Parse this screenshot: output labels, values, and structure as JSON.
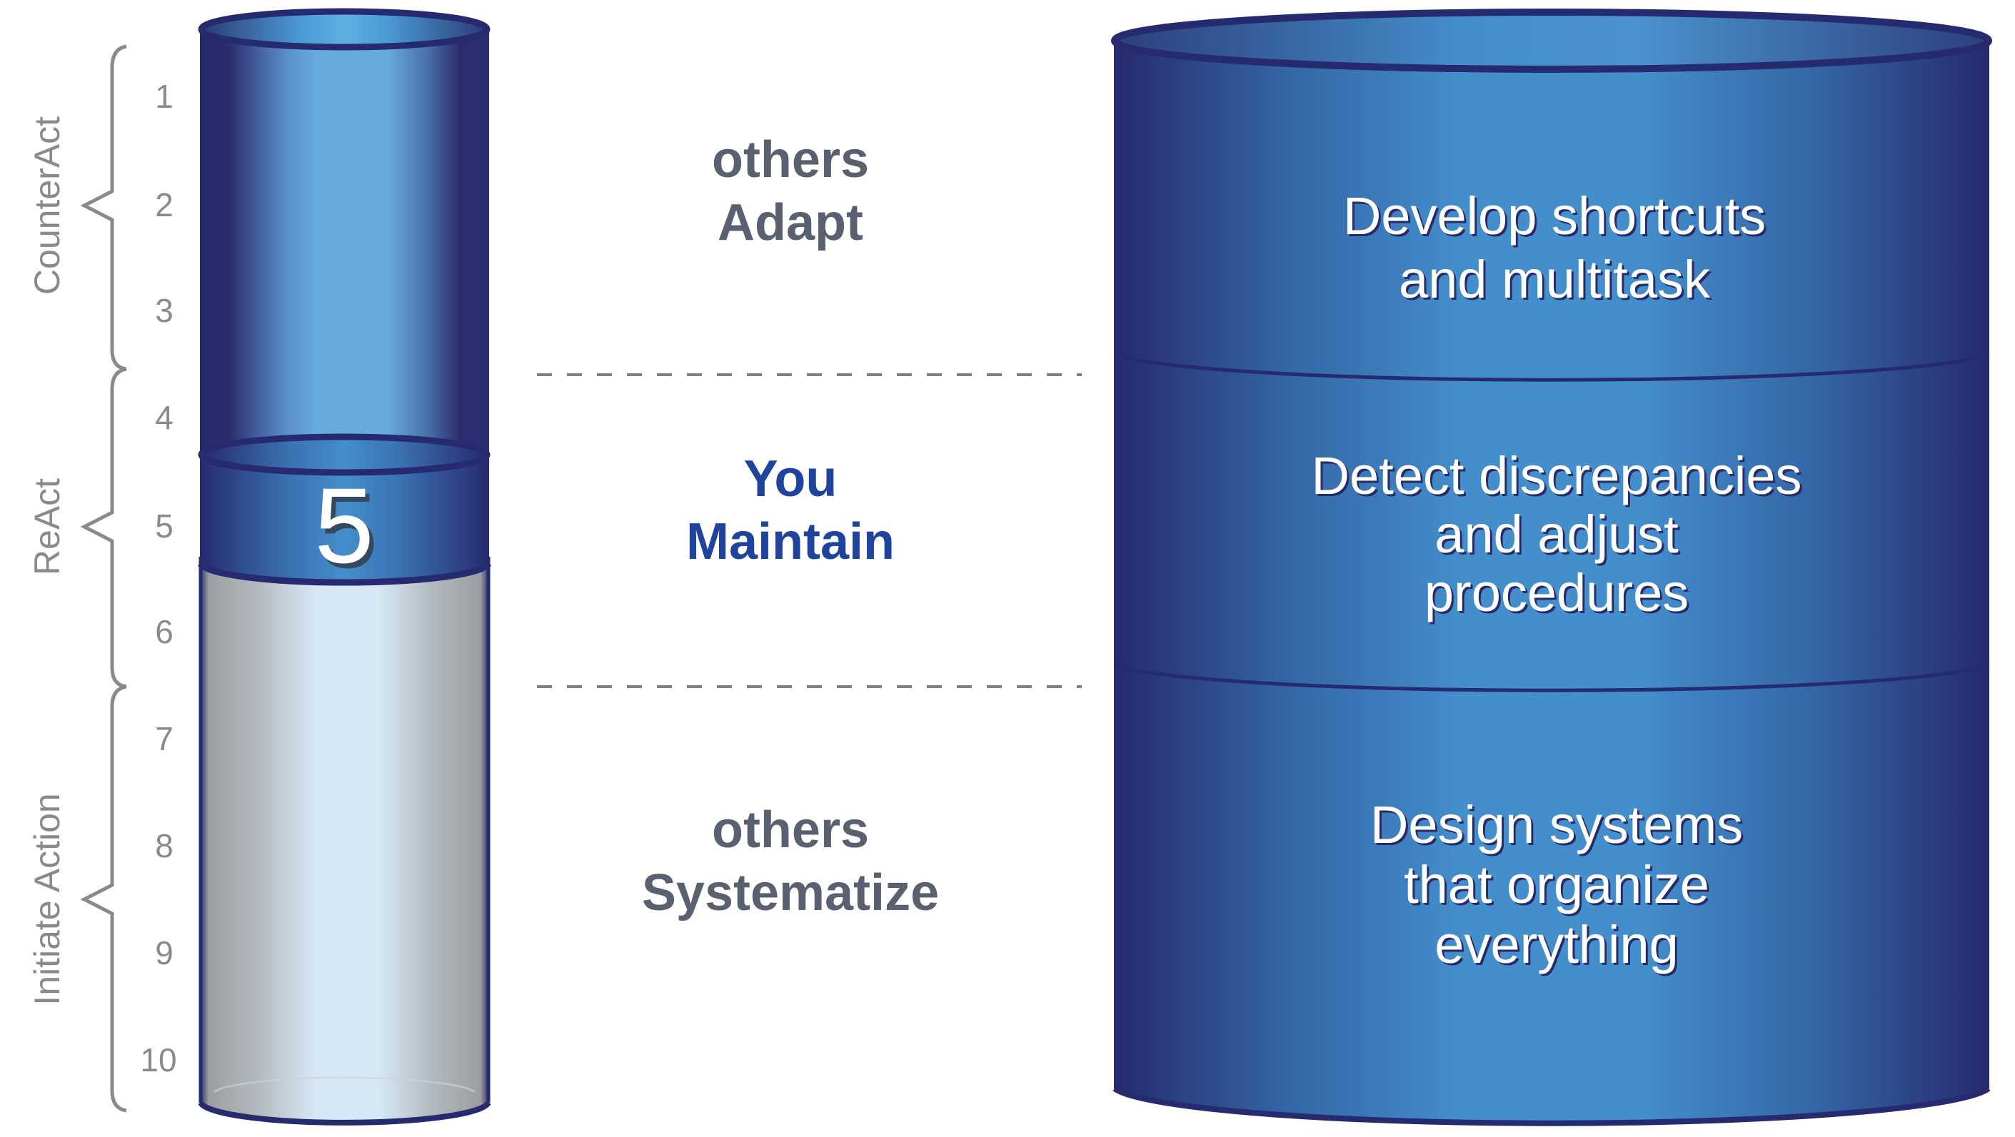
{
  "scale": {
    "numbers": [
      "1",
      "2",
      "3",
      "4",
      "5",
      "6",
      "7",
      "8",
      "9",
      "10"
    ],
    "groups": [
      {
        "label": "CounterAct",
        "from": 1,
        "to": 3
      },
      {
        "label": "ReAct",
        "from": 4,
        "to": 6
      },
      {
        "label": "Initiate Action",
        "from": 7,
        "to": 10
      }
    ]
  },
  "level": {
    "value": 5,
    "label": "5",
    "max": 10
  },
  "middle": {
    "top": {
      "line1": "others",
      "line2": "Adapt"
    },
    "mid": {
      "line1": "You",
      "line2": "Maintain"
    },
    "bottom": {
      "line1": "others",
      "line2": "Systematize"
    }
  },
  "big_cylinder": {
    "sections": [
      {
        "lines": [
          "Develop shortcuts",
          "and multitask"
        ]
      },
      {
        "lines": [
          "Detect discrepancies",
          "and adjust",
          "procedures"
        ]
      },
      {
        "lines": [
          "Design systems",
          "that organize",
          "everything"
        ]
      }
    ]
  },
  "colors": {
    "navy": "#262a6e",
    "blue_mid": "#448ecc",
    "blue_light": "#66aade",
    "gray_text": "#59606f",
    "highlight_blue": "#1f449e",
    "scale_gray": "#8a8a8a",
    "empty_light": "#d6e8f6",
    "empty_gray": "#9c9ea1"
  }
}
